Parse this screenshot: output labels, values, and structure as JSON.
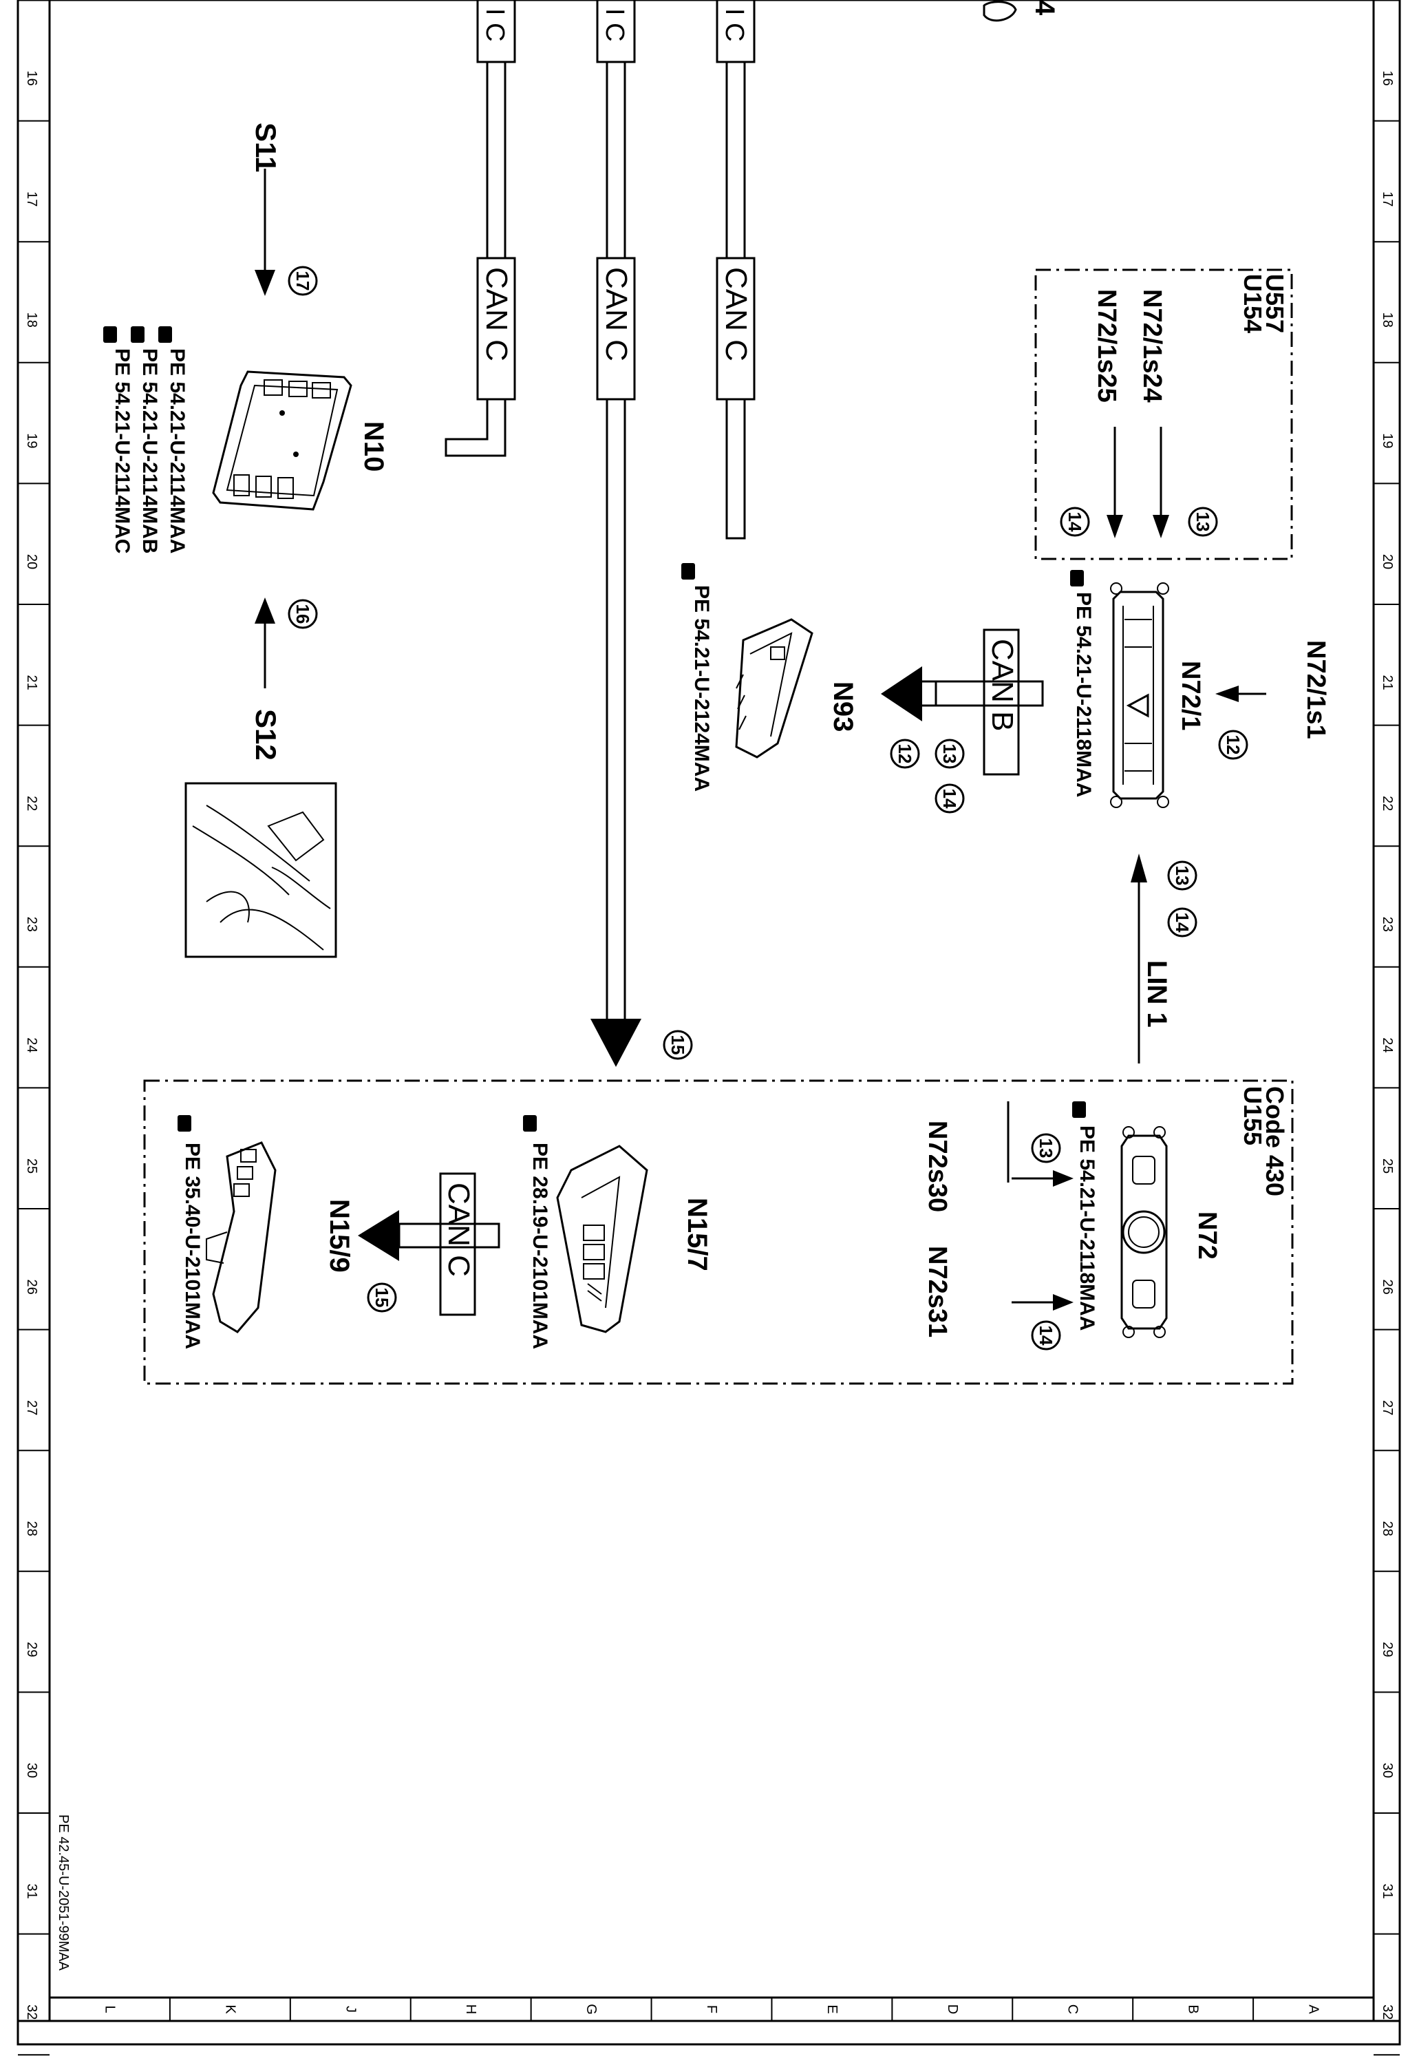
{
  "document_code": "PE 42.45-U-2051-99MAA",
  "grid": {
    "row_numbers": [
      "16",
      "17",
      "18",
      "19",
      "20",
      "21",
      "22",
      "23",
      "24",
      "25",
      "26",
      "27",
      "28",
      "29",
      "30",
      "31",
      "32"
    ],
    "column_letters": [
      "L",
      "K",
      "J",
      "H",
      "G",
      "F",
      "E",
      "D",
      "C",
      "B",
      "A"
    ]
  },
  "bus_labels": {
    "can_c": "CAN C",
    "can_b": "CAN B",
    "can_c_fragment": "I C",
    "lin_1": "LIN 1"
  },
  "components": {
    "s11": "S11",
    "s12": "S12",
    "n10": "N10",
    "n10_refs": [
      "PE 54.21-U-2114MAA",
      "PE 54.21-U-2114MAB",
      "PE 54.21-U-2114MAC"
    ],
    "n93": "N93",
    "n93_ref": "PE 54.21-U-2124MAA",
    "n72_1": "N72/1",
    "n72_1_ref": "PE 54.21-U-2118MAA",
    "n72_1s1": "N72/1s1",
    "n72_1s24": "N72/1s24",
    "n72_1s25": "N72/1s25",
    "n72": "N72",
    "n72_ref": "PE 54.21-U-2118MAA",
    "n72s30": "N72s30",
    "n72s31": "N72s31",
    "n15_7": "N15/7",
    "n15_7_ref": "PE 28.19-U-2101MAA",
    "n15_9": "N15/9",
    "n15_9_ref": "PE 35.40-U-2101MAA",
    "top_fragment": "4"
  },
  "code_boxes": {
    "upper": [
      "U557",
      "U154"
    ],
    "lower": [
      "Code 430",
      "U155"
    ]
  },
  "step_numbers": [
    "12",
    "13",
    "14",
    "15",
    "16",
    "17"
  ]
}
